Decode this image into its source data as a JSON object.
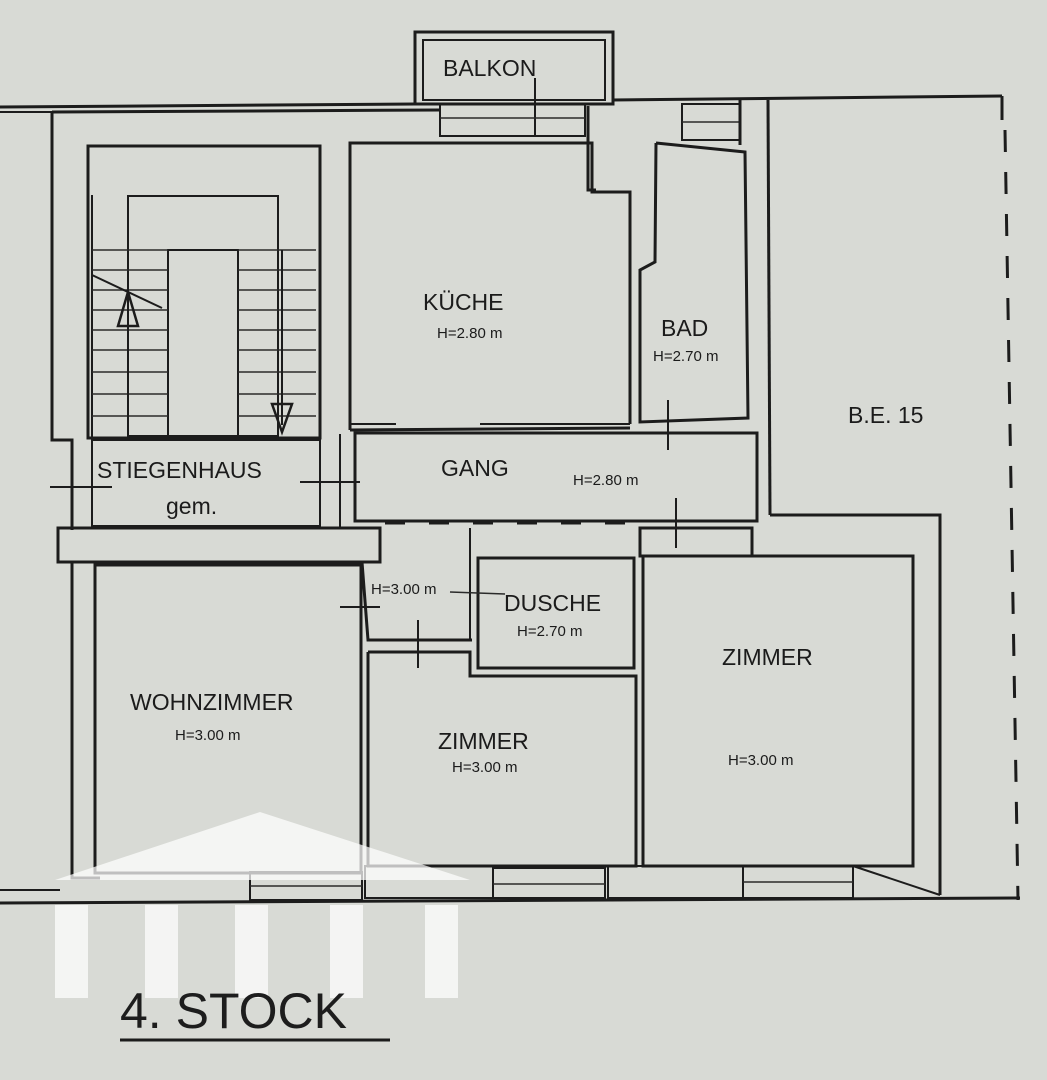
{
  "title": "4. STOCK",
  "neighbor": "B.E. 15",
  "colors": {
    "paper": "#d8dad5",
    "line": "#1c1c1c",
    "watermark": "#ffffff"
  },
  "watermark_icon": "house-logo-icon",
  "rooms": {
    "balkon": {
      "name": "BALKON"
    },
    "kueche": {
      "name": "KÜCHE",
      "height": "H=2.80 m"
    },
    "bad": {
      "name": "BAD",
      "height": "H=2.70 m"
    },
    "stiegenhaus": {
      "name": "STIEGENHAUS",
      "sub": "gem."
    },
    "gang": {
      "name": "GANG",
      "height": "H=2.80 m"
    },
    "vorraum": {
      "height": "H=3.00 m"
    },
    "dusche": {
      "name": "DUSCHE",
      "height": "H=2.70 m"
    },
    "wohnzimmer": {
      "name": "WOHNZIMMER",
      "height": "H=3.00 m"
    },
    "zimmer_mitte": {
      "name": "ZIMMER",
      "height": "H=3.00 m"
    },
    "zimmer_rechts": {
      "name": "ZIMMER",
      "height": "H=3.00 m"
    }
  }
}
